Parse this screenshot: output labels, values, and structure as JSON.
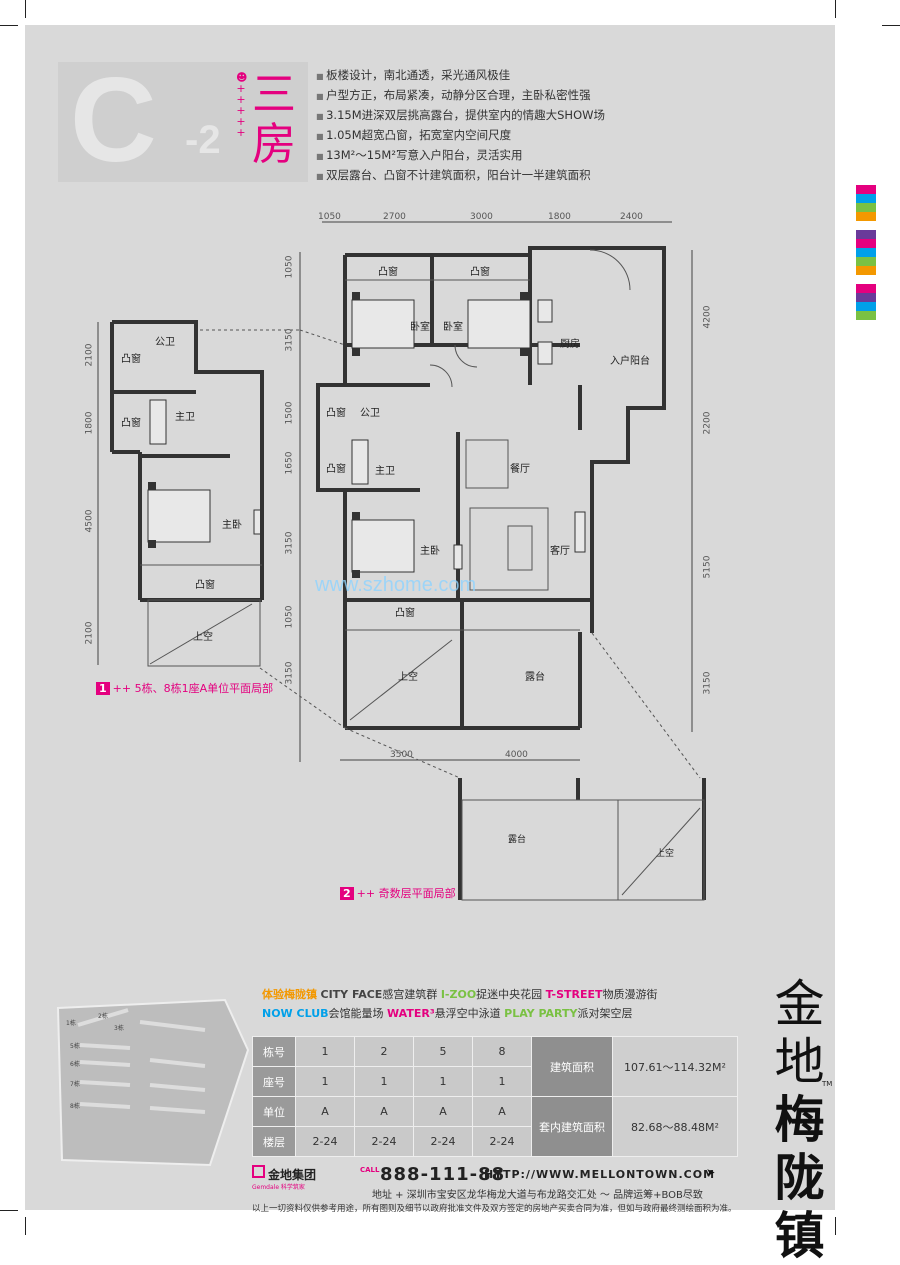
{
  "header": {
    "unit_letter": "C",
    "unit_number": "-2",
    "room_type": "三房",
    "features": [
      "板楼设计，南北通透，采光通风极佳",
      "户型方正，布局紧凑，动静分区合理，主卧私密性强",
      "3.15M进深双层挑高露台，提供室内的情趣大SHOW场",
      "1.05M超宽凸窗，拓宽室内空间尺度",
      "13M²～15M²写意入户阳台，灵活实用",
      "双层露台、凸窗不计建筑面积，阳台计一半建筑面积"
    ]
  },
  "dimensions": {
    "top": [
      "1050",
      "2700",
      "3000",
      "1800",
      "2400"
    ],
    "bottom": [
      "3500",
      "4000"
    ],
    "left_main": [
      "1050",
      "3150",
      "1500",
      "1650",
      "3150",
      "1050",
      "3150"
    ],
    "right_main": [
      "4200",
      "2200",
      "5150",
      "3150"
    ],
    "left_partial": [
      "2100",
      "1800",
      "4500",
      "2100"
    ]
  },
  "rooms": {
    "bay_window": "凸窗",
    "bedroom": "卧室",
    "kitchen": "厨房",
    "entry_balcony": "入户阳台",
    "public_bath": "公卫",
    "master_bath": "主卫",
    "dining": "餐厅",
    "master_bedroom": "主卧",
    "living": "客厅",
    "void": "上空",
    "terrace": "露台"
  },
  "notes": {
    "partial1_num": "1",
    "partial1": "5栋、8栋1座A单位平面局部",
    "partial2_num": "2",
    "partial2": "奇数层平面局部"
  },
  "watermark": "www.szhome.com",
  "tagline": {
    "a": "体验梅陇镇",
    "b": "CITY FACE",
    "c": "感宫建筑群",
    "d": "I-ZOO",
    "e": "捉迷中央花园",
    "f": "T-STREET",
    "g": "物质漫游街",
    "h": "NOW CLUB",
    "i": "会馆能量场",
    "j": "WATER³",
    "k": "悬浮空中泳道",
    "l": "PLAY PARTY",
    "m": "派对架空层"
  },
  "table": {
    "row_headers": [
      "栋号",
      "座号",
      "单位",
      "楼层"
    ],
    "rows": [
      [
        "1",
        "2",
        "5",
        "8"
      ],
      [
        "1",
        "1",
        "1",
        "1"
      ],
      [
        "A",
        "A",
        "A",
        "A"
      ],
      [
        "2-24",
        "2-24",
        "2-24",
        "2-24"
      ]
    ],
    "area_label_1": "建筑面积",
    "area_value_1": "107.61～114.32M²",
    "area_label_2": "套内建筑面积",
    "area_value_2": "82.68～88.48M²"
  },
  "map": {
    "labels": [
      "1栋",
      "2栋",
      "3栋",
      "5栋",
      "6栋",
      "7栋",
      "8栋"
    ]
  },
  "footer": {
    "group_name": "金地集团",
    "group_en": "Gemdale 科学筑家",
    "call_label": "CALL",
    "phone": "888-111-88",
    "url": "HTTP://WWW.MELLONTOWN.COM",
    "address": "地址 + 深圳市宝安区龙华梅龙大道与布龙路交汇处  ～  品牌运筹+BOB尽致",
    "disclaimer": "以上一切资料仅供参考用途，所有图则及细节以政府批准文件及双方签定的房地产买卖合同为准，但如与政府最终测绘面积为准。"
  },
  "brand": {
    "chars": [
      "金",
      "地",
      "梅",
      "陇",
      "镇"
    ],
    "tm": "TM"
  },
  "colors": {
    "accent": "#e4007f",
    "strip": [
      "#e4007f",
      "#00a0e9",
      "#7ac143",
      "#f39800",
      "#ffffff",
      "#6a3a9a",
      "#e4007f",
      "#00a0e9",
      "#7ac143",
      "#f39800",
      "#ffffff",
      "#e4007f",
      "#6a3a9a",
      "#00a0e9",
      "#7ac143"
    ]
  }
}
